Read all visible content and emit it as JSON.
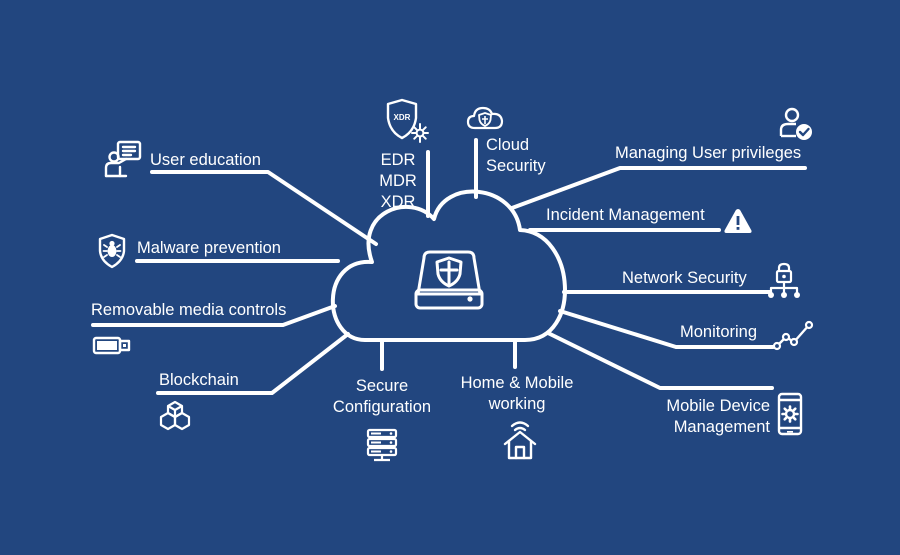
{
  "colors": {
    "background": "#22467f",
    "foreground": "#ffffff",
    "alert_glyph": "#22467f"
  },
  "center": {
    "icon": "cloud-shield-server-icon"
  },
  "nodes": {
    "user_education": {
      "label": "User education",
      "icon": "teacher-board-icon"
    },
    "malware_prevention": {
      "label": "Malware prevention",
      "icon": "bug-shield-icon"
    },
    "removable_media": {
      "label": "Removable media controls",
      "icon": "usb-drive-icon"
    },
    "blockchain": {
      "label": "Blockchain",
      "icon": "blockchain-cubes-icon"
    },
    "secure_configuration": {
      "label": "Secure\nConfiguration",
      "icon": "server-stack-icon"
    },
    "home_mobile": {
      "label": "Home & Mobile\nworking",
      "icon": "wifi-home-icon"
    },
    "mobile_device": {
      "label": "Mobile Device\nManagement",
      "icon": "phone-gear-icon"
    },
    "monitoring": {
      "label": "Monitoring",
      "icon": "line-graph-icon"
    },
    "network_security": {
      "label": "Network Security",
      "icon": "network-lock-icon"
    },
    "incident_management": {
      "label": "Incident Management",
      "icon": "warning-triangle-icon"
    },
    "user_privileges": {
      "label": "Managing User privileges",
      "icon": "user-check-icon"
    },
    "cloud_security": {
      "label": "Cloud\nSecurity",
      "icon": "cloud-shield-icon"
    },
    "edr": {
      "label": "EDR\nMDR\nXDR",
      "icon": "xdr-shield-icon",
      "badge": "XDR"
    }
  }
}
